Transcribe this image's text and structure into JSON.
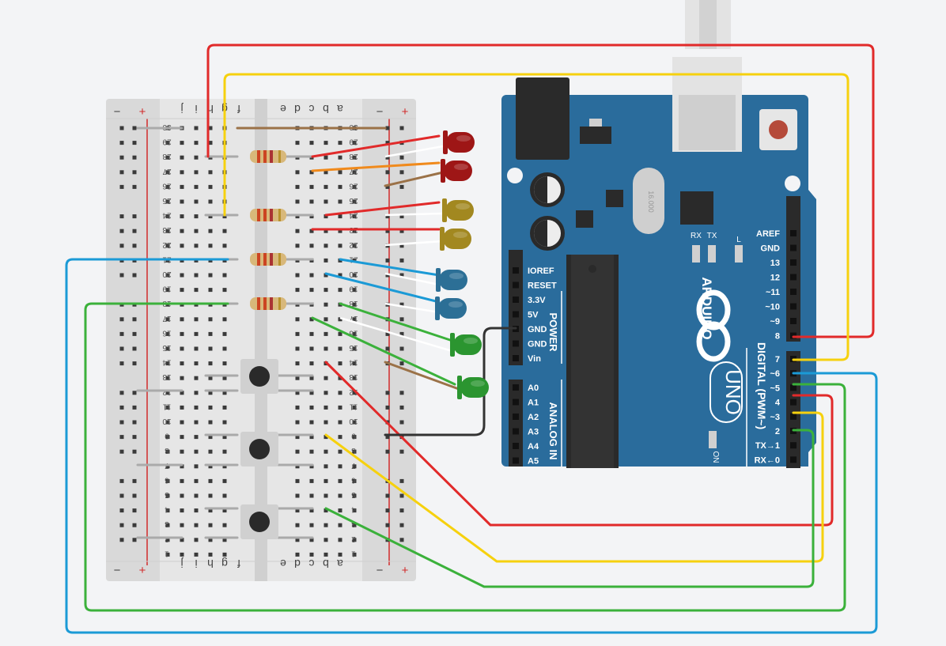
{
  "breadboard": {
    "rail_minus": "−",
    "rail_plus": "+",
    "col_labels_left": [
      "j",
      "i",
      "h",
      "g",
      "f"
    ],
    "col_labels_right": [
      "e",
      "d",
      "c",
      "b",
      "a"
    ],
    "row_count": 30
  },
  "arduino": {
    "brand": "ARDUINO",
    "model": "UNO",
    "crystal": "16.000",
    "power_header": "POWER",
    "analog_header": "ANALOG IN",
    "digital_header": "DIGITAL (PWM~)",
    "on_label": "ON",
    "rx_label": "RX",
    "tx_label": "TX",
    "l_label": "L",
    "power_pins": [
      "IOREF",
      "RESET",
      "3.3V",
      "5V",
      "GND",
      "GND",
      "Vin"
    ],
    "analog_pins": [
      "A0",
      "A1",
      "A2",
      "A3",
      "A4",
      "A5"
    ],
    "digital_top_pins": [
      "AREF",
      "GND",
      "13",
      "12",
      "~11",
      "~10",
      "~9",
      "8"
    ],
    "digital_bottom_pins": [
      "7",
      "~6",
      "~5",
      "4",
      "~3",
      "2",
      "TX→1",
      "RX←0"
    ]
  },
  "colors": {
    "wire_red": "#e12a2a",
    "wire_yellow": "#f6d10e",
    "wire_blue": "#1b9ad6",
    "wire_green": "#3bb13b",
    "wire_orange": "#f08a1c",
    "wire_brown": "#9b7248",
    "wire_black": "#333333",
    "board_blue": "#2a6c9c",
    "led_red": "#9e1616",
    "led_yellow": "#a28820",
    "led_blue": "#2c6f96",
    "led_green": "#2b9530"
  },
  "components": {
    "leds": [
      "red",
      "red",
      "yellow",
      "yellow",
      "blue",
      "blue",
      "green",
      "green"
    ],
    "resistors": 4,
    "pushbuttons": 3
  }
}
